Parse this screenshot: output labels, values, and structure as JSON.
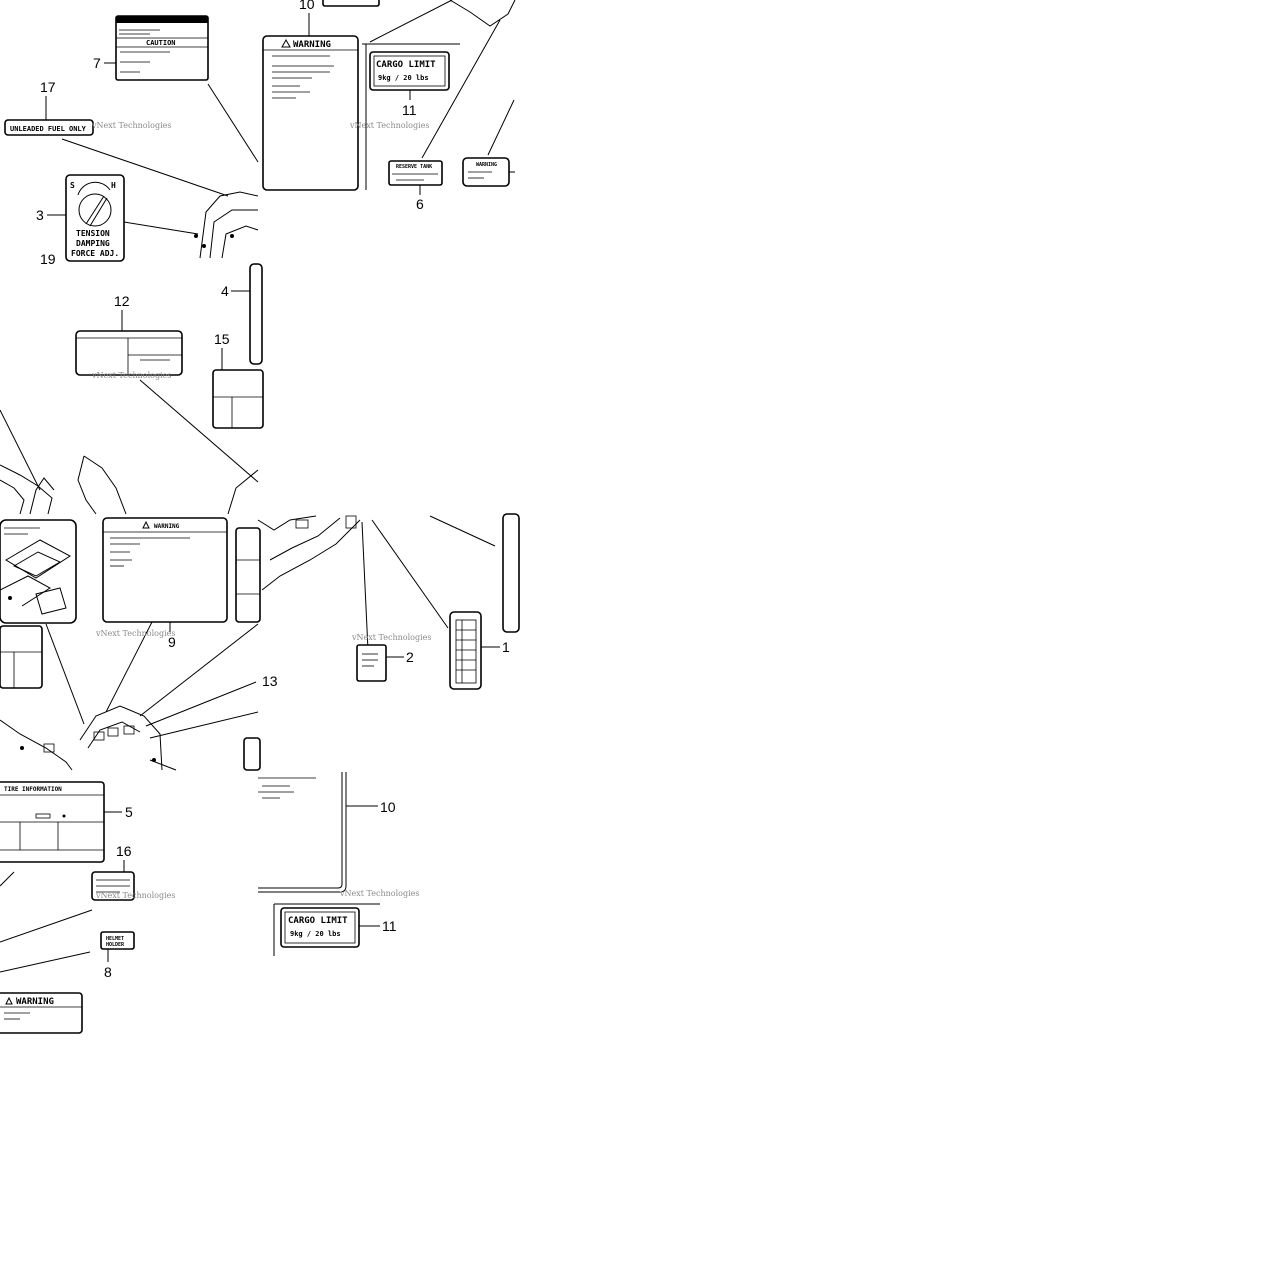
{
  "callouts": {
    "n1": "1",
    "n2": "2",
    "n3": "3",
    "n4": "4",
    "n5": "5",
    "n6": "6",
    "n7": "7",
    "n8": "8",
    "n9": "9",
    "n10": "10",
    "n10b": "10",
    "n11": "11",
    "n11b": "11",
    "n12": "12",
    "n13": "13",
    "n15": "15",
    "n16": "16",
    "n17": "17",
    "n19": "19"
  },
  "labels": {
    "caution": "CAUTION",
    "warning": "WARNING",
    "unleaded": "UNLEADED FUEL ONLY",
    "cargo_limit": "CARGO LIMIT",
    "cargo_value": "9kg / 20 lbs",
    "reserve_tank": "RESERVE TANK",
    "tire_information": "TIRE INFORMATION",
    "helmet_line1": "HELMET",
    "helmet_line2": "HOLDER",
    "tension_1": "TENSION",
    "tension_2": "DAMPING",
    "tension_3": "FORCE ADJ.",
    "dial_s": "S",
    "dial_h": "H"
  },
  "watermark": "vNext Technologies",
  "colors": {
    "ink": "#000000",
    "watermark": "#8a8a8a",
    "background": "#ffffff"
  }
}
